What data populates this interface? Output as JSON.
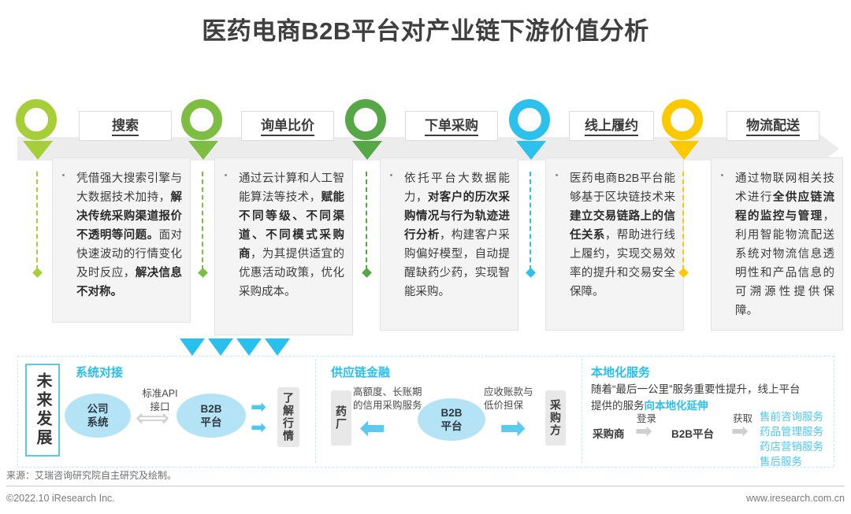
{
  "title": "医药电商B2B平台对产业链下游价值分析",
  "stages": [
    {
      "label": "搜索",
      "color": "#a6ce39",
      "text_html": "凭借强大搜索引擎与大数据技术加持，<b>解决传统采购渠道报价不透明等问题。</b>面对快速波动的行情变化及时反应，<b>解决信息不对称。</b>"
    },
    {
      "label": "询单比价",
      "color": "#7dbe42",
      "text_html": "通过云计算和人工智能算法等技术，<b>赋能不同等级、不同渠道、不同模式采购商</b>，为其提供适宜的优惠活动政策，优化采购成本。"
    },
    {
      "label": "下单采购",
      "color": "#56a745",
      "text_html": "依托平台大数据能力，<b>对客户的历次采购情况与行为轨迹进行分析</b>，构建客户采购偏好模型，自动提醒缺药少药，实现智能采购。"
    },
    {
      "label": "线上履约",
      "color": "#2cc0ec",
      "text_html": "医药电商B2B平台能够基于区块链技术来<b>建立交易链路上的信任关系</b>，帮助进行线上履约，实现交易效率的提升和交易安全保障。"
    },
    {
      "label": "物流配送",
      "color": "#fbc900",
      "text_html": "通过物联网相关技术进行<b>全供应链流程的监控与管理</b>，利用智能物流配送系统对物流信息透明性和产品信息的可溯源性提供保障。"
    }
  ],
  "future": {
    "vertical_label": "未来发展",
    "blocks": [
      {
        "heading": "系统对接",
        "left_node": "公司\n系统",
        "center_node": "B2B\n平台",
        "mid_label": "标准API\n接口",
        "right_box": "了解行情"
      },
      {
        "heading": "供应链金融",
        "left_box": "药厂",
        "center_node": "B2B\n平台",
        "left_label": "高额度、长账期\n的信用采购服务",
        "right_label": "应收账款与\n低价担保",
        "right_box": "采购方"
      },
      {
        "heading": "本地化服务",
        "desc_plain_1": "随着“最后一公里”服务重要性提升，线上平台",
        "desc_plain_2": "提供的服务",
        "desc_accent": "向本地化延伸",
        "flow_start": "采购商",
        "flow_label_1": "登录",
        "flow_middle": "B2B平台",
        "flow_label_2": "获取",
        "services": [
          "售前咨询服务",
          "药品管理服务",
          "药店营销服务",
          "售后服务"
        ]
      }
    ]
  },
  "footer": {
    "source": "来源：艾瑞咨询研究院自主研究及绘制。",
    "copyright": "©2022.10 iResearch Inc.",
    "website": "www.iresearch.com.cn"
  }
}
